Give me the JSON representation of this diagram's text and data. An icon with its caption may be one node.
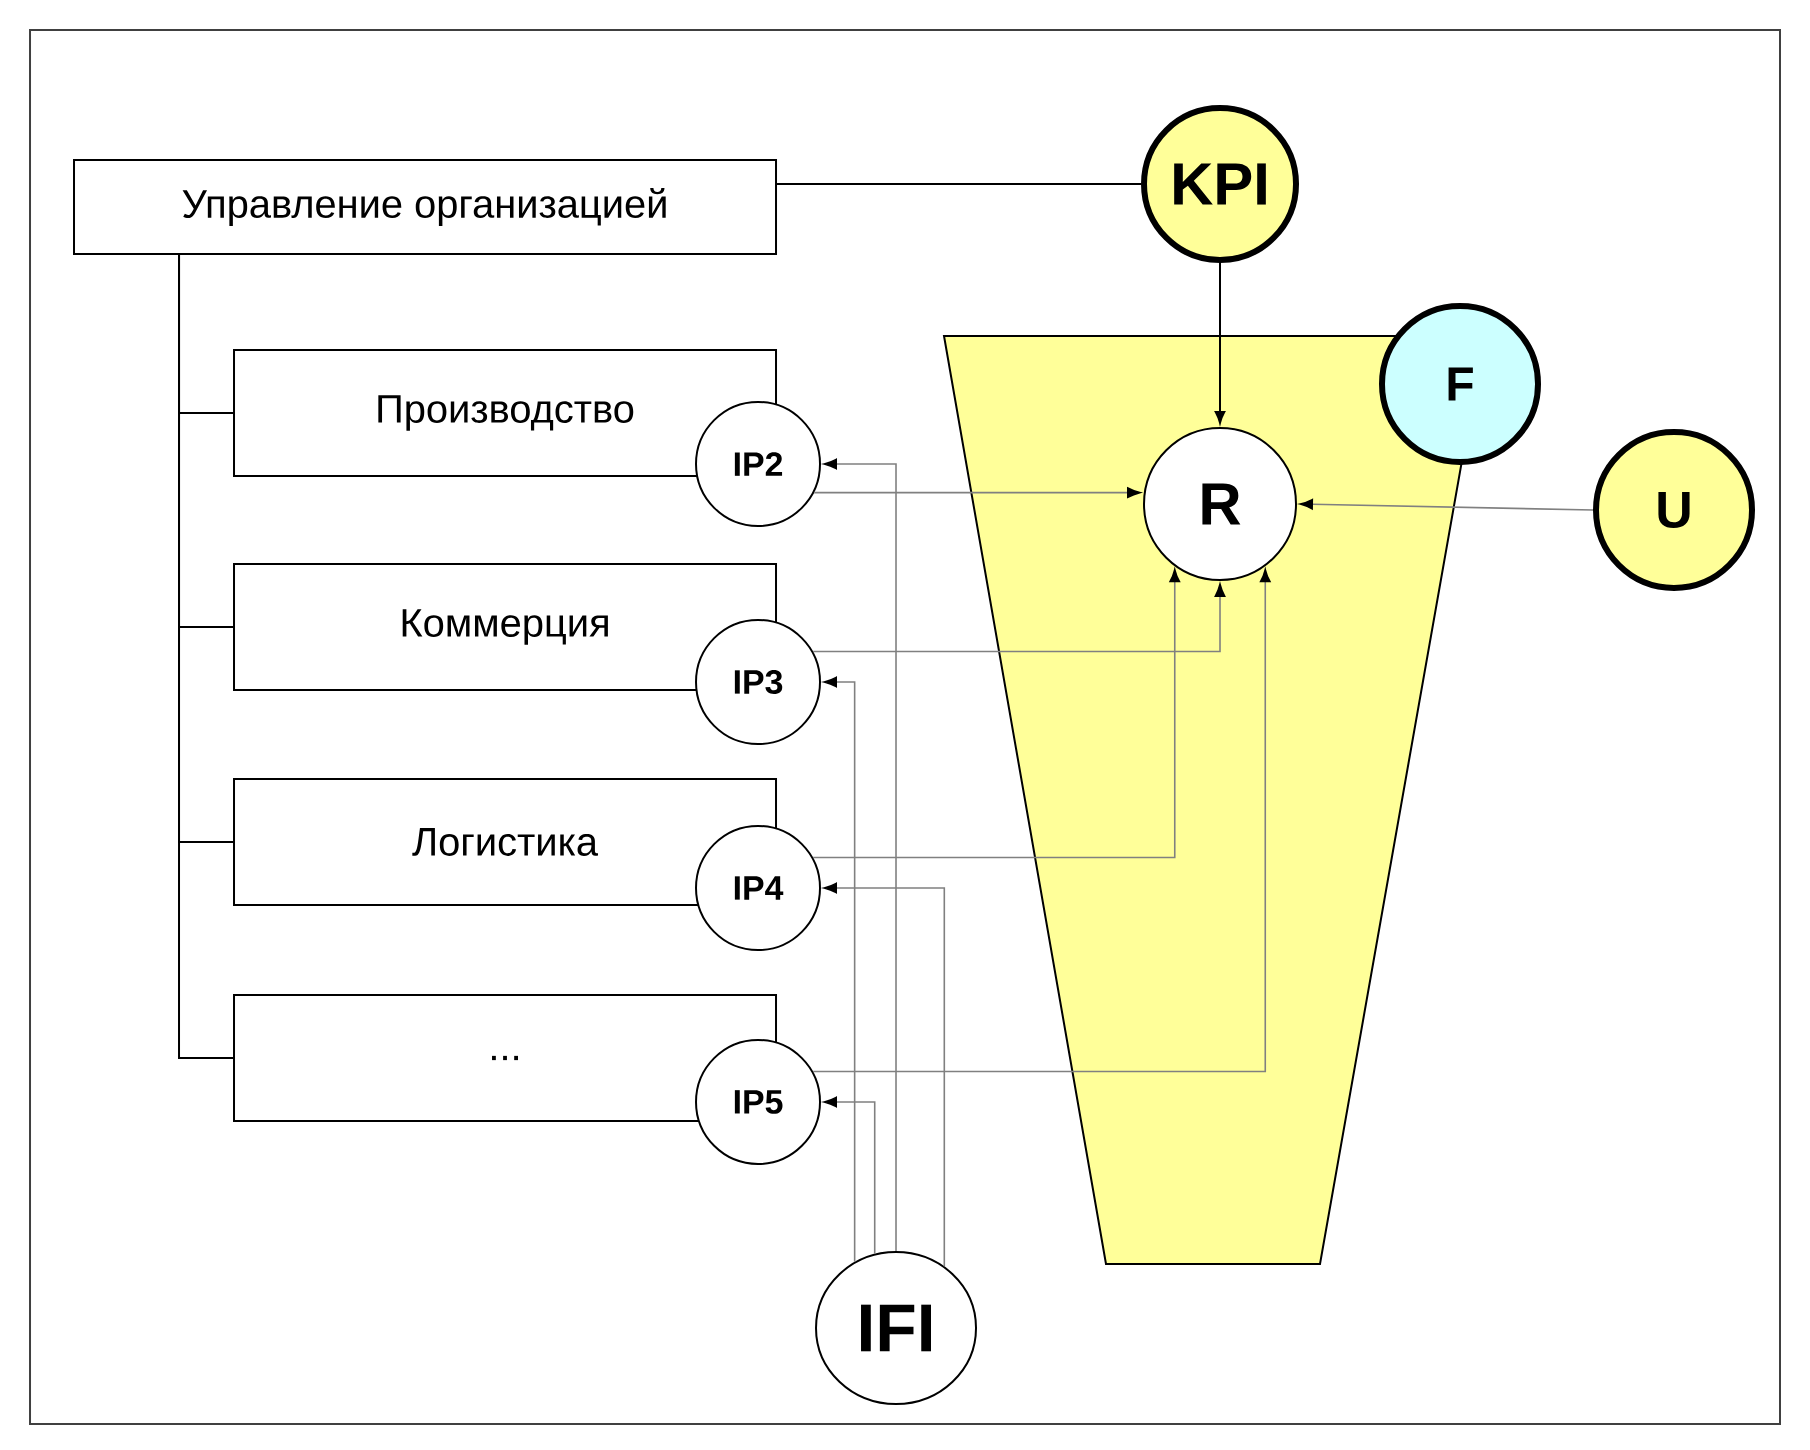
{
  "diagram": {
    "nodes": [
      {
        "text": [
          "Управление организацией"
        ]
      },
      {
        "text": [
          "Производство"
        ]
      },
      {
        "text": [
          "IP2"
        ]
      },
      {
        "text": [
          "Коммерция"
        ]
      },
      {
        "text": [
          "IP3"
        ]
      },
      {
        "text": [
          "Логистика"
        ]
      },
      {
        "text": [
          "IP4"
        ]
      },
      {
        "text": [
          "..."
        ]
      },
      {
        "text": [
          "IP5"
        ]
      },
      {
        "text": [
          "KPI"
        ]
      },
      {
        "text": [
          "F"
        ]
      },
      {
        "text": [
          "R"
        ]
      },
      {
        "text": [
          "U"
        ]
      },
      {
        "text": [
          "IFI"
        ]
      }
    ],
    "edges": [
      {
        "from": 0,
        "to": 9,
        "arrow": "none",
        "color": "#000000"
      },
      {
        "from": 0,
        "to": 1,
        "arrow": "none",
        "color": "#000000"
      },
      {
        "from": 0,
        "to": 3,
        "arrow": "none",
        "color": "#000000"
      },
      {
        "from": 0,
        "to": 5,
        "arrow": "none",
        "color": "#000000"
      },
      {
        "from": 0,
        "to": 7,
        "arrow": "none",
        "color": "#000000"
      },
      {
        "from": 9,
        "to": 11,
        "arrow": "to",
        "color": "#000000"
      },
      {
        "from": 12,
        "to": 11,
        "arrow": "to"
      },
      {
        "from": 2,
        "to": 11,
        "arrow": "to"
      },
      {
        "from": 4,
        "to": 11,
        "arrow": "to"
      },
      {
        "from": 6,
        "to": 11,
        "arrow": "to"
      },
      {
        "from": 8,
        "to": 11,
        "arrow": "to"
      },
      {
        "from": 13,
        "to": 2,
        "arrow": "to"
      },
      {
        "from": 13,
        "to": 4,
        "arrow": "to"
      },
      {
        "from": 13,
        "to": 6,
        "arrow": "to"
      },
      {
        "from": 13,
        "to": 8,
        "arrow": "to"
      }
    ]
  }
}
